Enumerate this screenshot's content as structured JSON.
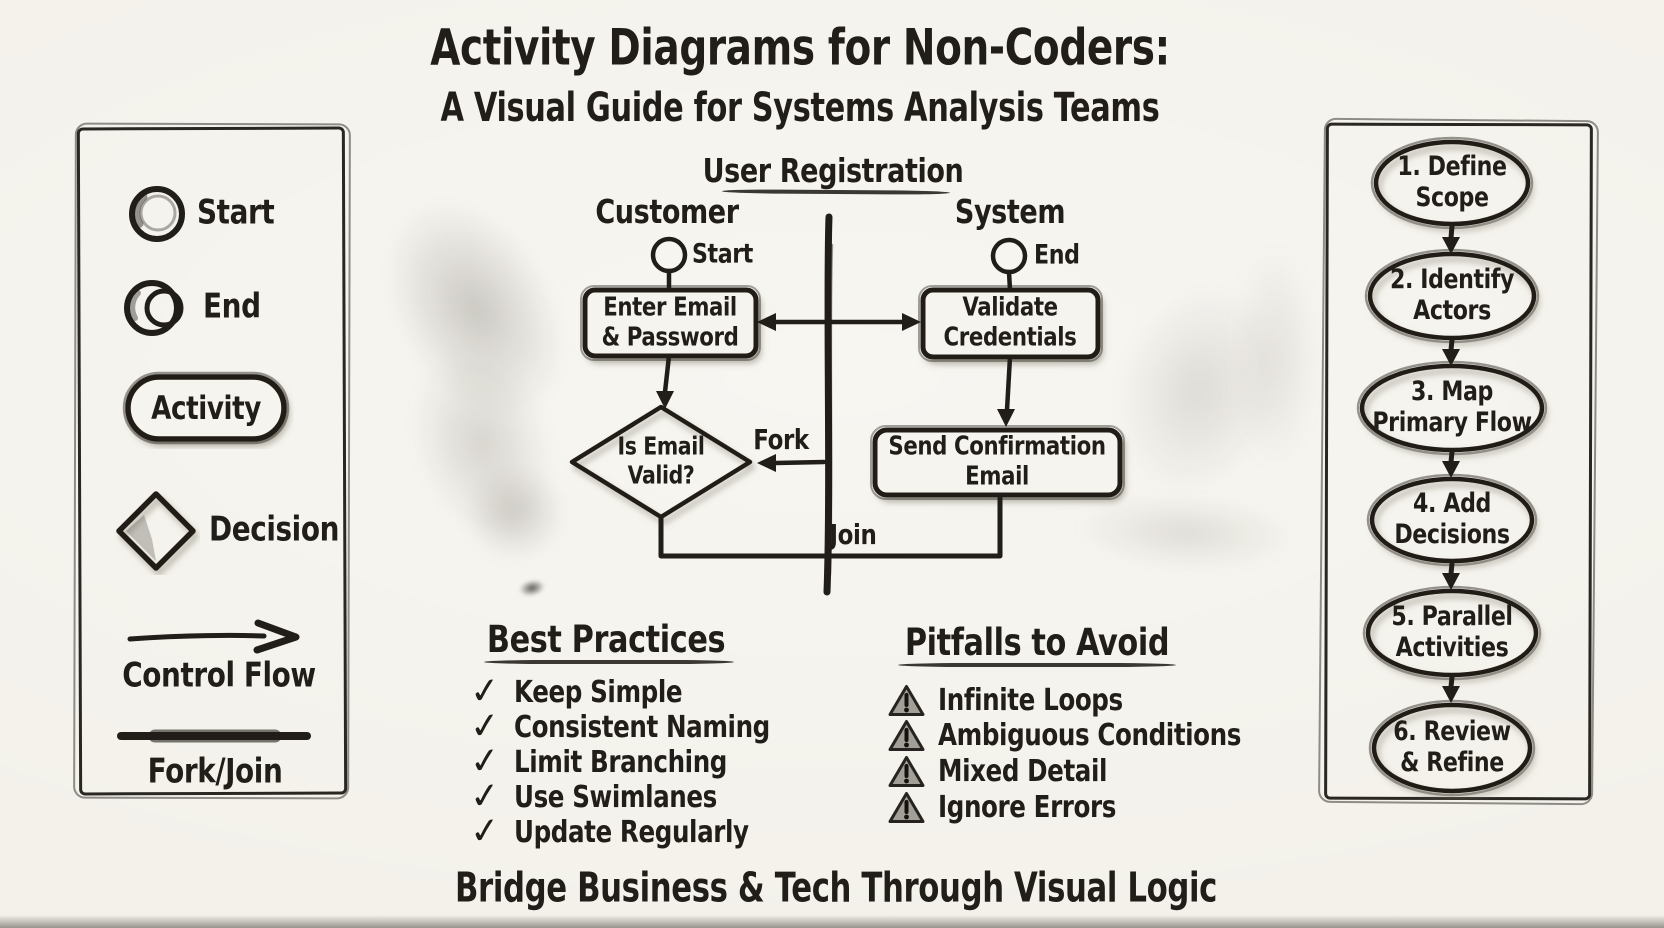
{
  "page": {
    "title_line1": "Activity Diagrams for Non-Coders:",
    "title_line2": "A Visual Guide for Systems Analysis Teams",
    "tagline": "Bridge Business & Tech Through Visual Logic"
  },
  "legend": {
    "start": "Start",
    "end": "End",
    "activity": "Activity",
    "decision": "Decision",
    "control_flow": "Control Flow",
    "fork_join": "Fork/Join"
  },
  "swimlane": {
    "title": "User Registration",
    "lane_left": "Customer",
    "lane_right": "System",
    "start_label": "Start",
    "end_label": "End",
    "customer_action": "Enter Email\n& Password",
    "customer_decision": "Is Email\nValid?",
    "fork_label": "Fork",
    "join_label": "Join",
    "system_action1": "Validate\nCredentials",
    "system_action2": "Send Confirmation\nEmail"
  },
  "best_practices": {
    "heading": "Best Practices",
    "items": [
      "Keep Simple",
      "Consistent Naming",
      "Limit Branching",
      "Use Swimlanes",
      "Update Regularly"
    ]
  },
  "pitfalls": {
    "heading": "Pitfalls to Avoid",
    "items": [
      "Infinite Loops",
      "Ambiguous Conditions",
      "Mixed Detail",
      "Ignore Errors"
    ]
  },
  "steps": {
    "items": [
      "1. Define\nScope",
      "2. Identify\nActors",
      "3. Map\nPrimary Flow",
      "4. Add\nDecisions",
      "5. Parallel\nActivities",
      "6. Review\n& Refine"
    ]
  },
  "icons": {
    "check": "✓"
  },
  "colors": {
    "ink": "#211d19",
    "paper": "#f3f1ea"
  }
}
